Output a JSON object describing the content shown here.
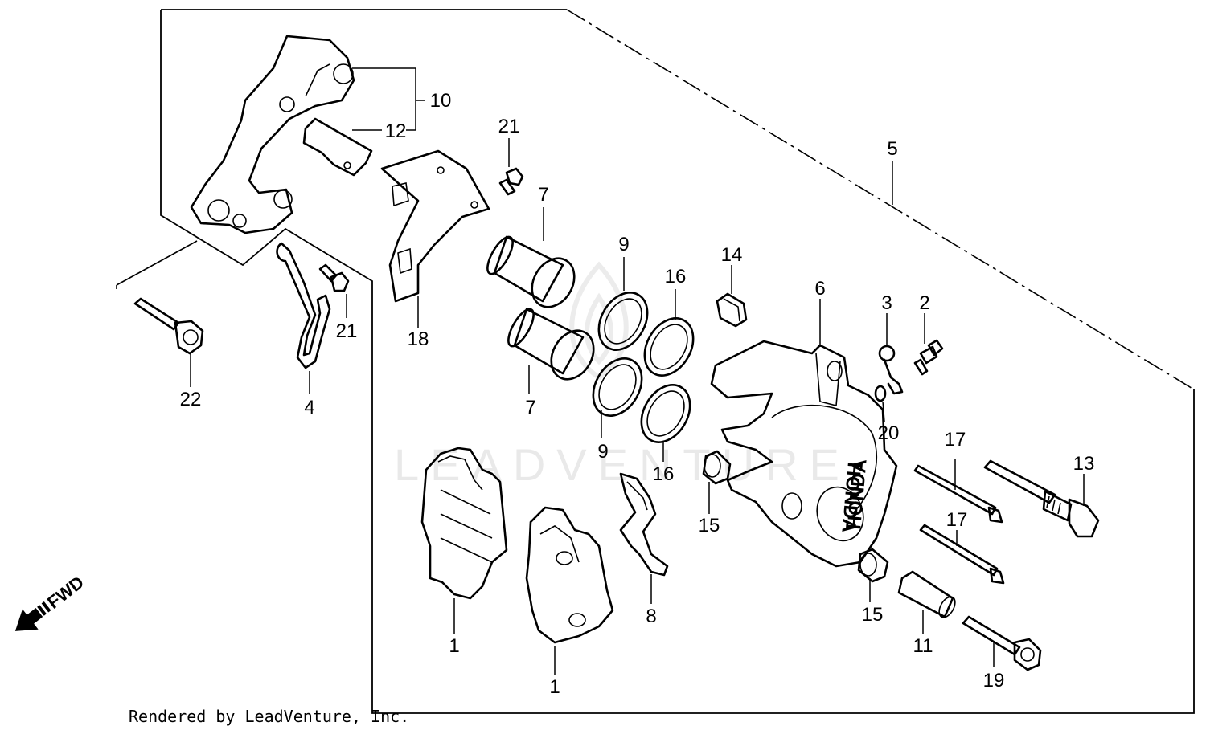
{
  "watermark": "LEADVENTURE",
  "footer": "Rendered by LeadVenture, Inc.",
  "direction_label": "FWD",
  "brand_marking": "HONDA",
  "callouts": {
    "p1a": "1",
    "p1b": "1",
    "p2": "2",
    "p3": "3",
    "p4": "4",
    "p5": "5",
    "p6": "6",
    "p7a": "7",
    "p7b": "7",
    "p8": "8",
    "p9a": "9",
    "p9b": "9",
    "p10": "10",
    "p11": "11",
    "p12": "12",
    "p13": "13",
    "p14": "14",
    "p15a": "15",
    "p15b": "15",
    "p16a": "16",
    "p16b": "16",
    "p17a": "17",
    "p17b": "17",
    "p18": "18",
    "p19": "19",
    "p20": "20",
    "p21a": "21",
    "p21b": "21",
    "p22": "22"
  }
}
